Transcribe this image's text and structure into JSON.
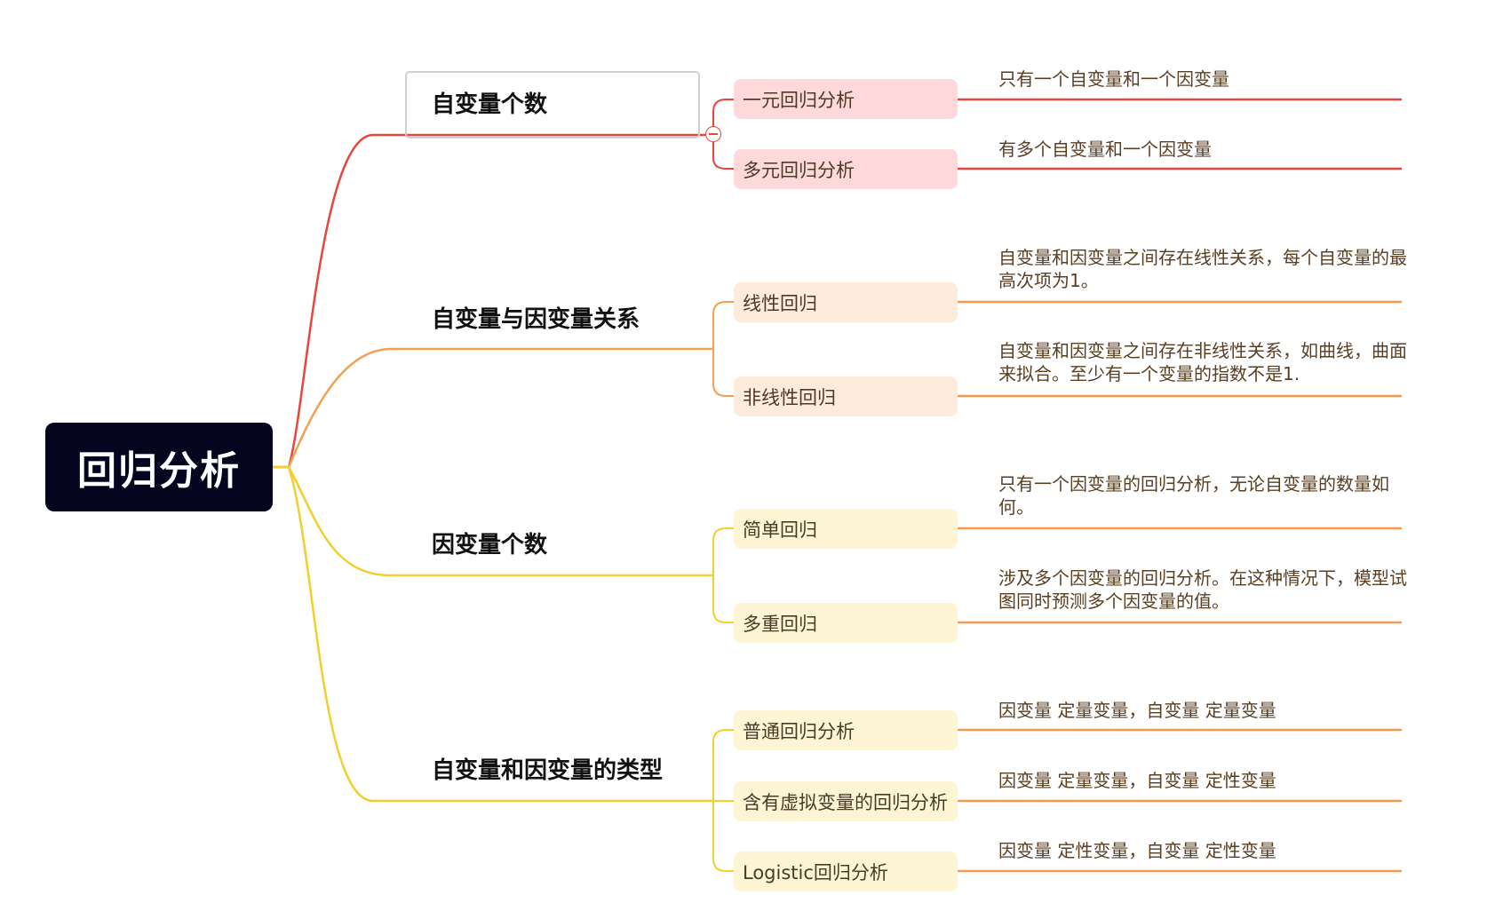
{
  "root": "回归分析",
  "branches": [
    {
      "label": "自变量个数",
      "children": [
        {
          "label": "一元回归分析",
          "desc": "只有一个自变量和一个因变量"
        },
        {
          "label": "多元回归分析",
          "desc": "有多个自变量和一个因变量"
        }
      ]
    },
    {
      "label": "自变量与因变量关系",
      "children": [
        {
          "label": "线性回归",
          "desc": "自变量和因变量之间存在线性关系，每个自变量的最高次项为1。"
        },
        {
          "label": "非线性回归",
          "desc": "自变量和因变量之间存在非线性关系，如曲线，曲面来拟合。至少有一个变量的指数不是1."
        }
      ]
    },
    {
      "label": "因变量个数",
      "children": [
        {
          "label": "简单回归",
          "desc": "只有一个因变量的回归分析，无论自变量的数量如何。"
        },
        {
          "label": "多重回归",
          "desc": "涉及多个因变量的回归分析。在这种情况下，模型试图同时预测多个因变量的值。"
        }
      ]
    },
    {
      "label": "自变量和因变量的类型",
      "children": [
        {
          "label": "普通回归分析",
          "desc": "因变量 定量变量，自变量 定量变量"
        },
        {
          "label": "含有虚拟变量的回归分析",
          "desc": "因变量 定量变量，自变量 定性变量"
        },
        {
          "label": "Logistic回归分析",
          "desc": "因变量 定性变量，自变量 定性变量"
        }
      ]
    }
  ],
  "colors": {
    "red": "#e8453c",
    "orange": "#f4a054",
    "yellow": "#f2cf2e",
    "leaf_line": "#f39a4f",
    "root_bg": "#05051f"
  }
}
